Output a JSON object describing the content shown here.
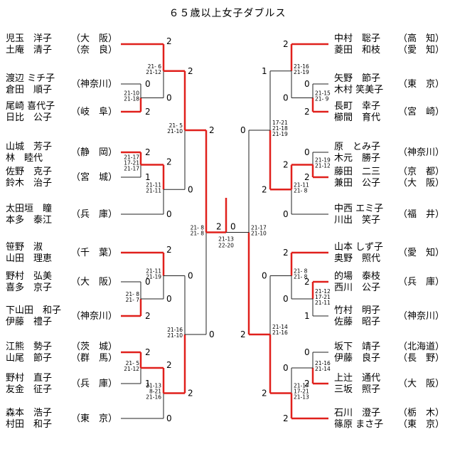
{
  "title": "６５歳以上女子ダブルス",
  "left": [
    {
      "p1": "児玉　洋子",
      "p2": "土庵　清子",
      "pref": [
        "（大　阪）",
        "（奈　良）"
      ]
    },
    {
      "p1": "渡辺 ミチ子",
      "p2": "倉田　順子",
      "pref": [
        "（神奈川）"
      ]
    },
    {
      "p1": "尾崎 喜代子",
      "p2": "日比　公子",
      "pref": [
        "（岐　阜）"
      ]
    },
    {
      "p1": "山城　芳子",
      "p2": "林　睦代",
      "pref": [
        "（静　岡）"
      ]
    },
    {
      "p1": "佐野　克子",
      "p2": "鈴木　治子",
      "pref": [
        "（宮　城）"
      ]
    },
    {
      "p1": "太田垣　瞳",
      "p2": "本多　泰江",
      "pref": [
        "（兵　庫）"
      ]
    },
    {
      "p1": "笹野　淑",
      "p2": "山田　理恵",
      "pref": [
        "（千　葉）"
      ]
    },
    {
      "p1": "野村　弘美",
      "p2": "喜多　京子",
      "pref": [
        "（大　阪）"
      ]
    },
    {
      "p1": "下山田　和子",
      "p2": "伊藤　禮子",
      "pref": [
        "（神奈川）"
      ]
    },
    {
      "p1": "江熊　勢子",
      "p2": "山尾　節子",
      "pref": [
        "（茨　城）",
        "（群　馬）"
      ]
    },
    {
      "p1": "野村　直子",
      "p2": "友金　征子",
      "pref": [
        "（兵　庫）"
      ]
    },
    {
      "p1": "森本　浩子",
      "p2": "村田　和子",
      "pref": [
        "（東　京）"
      ]
    }
  ],
  "right": [
    {
      "p1": "中村　聡子",
      "p2": "菱田　和枝",
      "pref": [
        "（高　知）",
        "（愛　知）"
      ]
    },
    {
      "p1": "矢野　節子",
      "p2": "木村 笑美子",
      "pref": [
        "（東　京）"
      ]
    },
    {
      "p1": "長町　幸子",
      "p2": "櫛間　育代",
      "pref": [
        "（宮　崎）"
      ]
    },
    {
      "p1": "原　とみ子",
      "p2": "木元　勝子",
      "pref": [
        "（神奈川）"
      ]
    },
    {
      "p1": "藤田　二三",
      "p2": "兼田　公子",
      "pref": [
        "（京　都）",
        "（大　阪）"
      ]
    },
    {
      "p1": "中西 エミ子",
      "p2": "川出　笑子",
      "pref": [
        "（福　井）"
      ]
    },
    {
      "p1": "山本 しず子",
      "p2": "奥野　照代",
      "pref": [
        "（愛　知）"
      ]
    },
    {
      "p1": "的場　泰枝",
      "p2": "西川　公子",
      "pref": [
        "（兵　庫）"
      ]
    },
    {
      "p1": "竹村　明子",
      "p2": "佐藤　昭子",
      "pref": [
        "（神奈川）"
      ]
    },
    {
      "p1": "坂下　靖子",
      "p2": "伊藤　良子",
      "pref": [
        "（北海道）",
        "（長　野）"
      ]
    },
    {
      "p1": "上辻　通代",
      "p2": "三坂　照子",
      "pref": [
        "（大　阪）"
      ]
    },
    {
      "p1": "石川　澄子",
      "p2": "篠原 まさ子",
      "pref": [
        "（栃　木）",
        "（東　京）"
      ]
    }
  ],
  "left_scores": {
    "r1": [
      "0",
      "2",
      "2",
      "1"
    ],
    "r2": [
      "2",
      "0",
      "2",
      "0",
      "0",
      "2",
      "2",
      "0"
    ],
    "r3": [
      "2",
      "0",
      "0",
      "2"
    ],
    "r4": [
      "2",
      "0"
    ],
    "final": "2"
  },
  "right_scores": {
    "r1": [
      "0",
      "2",
      "0",
      "1"
    ],
    "r2": [
      "2",
      "0",
      "2",
      "0",
      "2",
      "0",
      "0",
      "2"
    ],
    "r3": [
      "1",
      "2",
      "0",
      "2"
    ],
    "r4": [
      "0",
      "2"
    ],
    "final": "0"
  },
  "left_games": {
    "r1": [
      [
        "21-10",
        "21-18"
      ],
      [
        "21-17",
        "17-21",
        "21-17"
      ],
      [
        "21- 8",
        "21- 7"
      ],
      [
        "21- 5",
        "21-12"
      ]
    ],
    "r2": [
      [
        "21- 6",
        "21-12"
      ],
      [
        "21-11",
        "21-11"
      ],
      [
        "21-11",
        "21-19"
      ],
      [
        "21-13",
        "8-21",
        "21-16"
      ]
    ],
    "r3": [
      [
        "21- 5",
        "21-10"
      ],
      [
        "21-16",
        "21-10"
      ]
    ],
    "r4": [
      [
        "21- 8",
        "21- 8"
      ]
    ],
    "final": [
      "21-13",
      "22-20"
    ]
  },
  "right_games": {
    "r1": [
      [
        "21-15",
        "21- 9"
      ],
      [
        "21-19",
        "21-12"
      ],
      [
        "21-12",
        "17-21",
        "21-11"
      ],
      [
        "21-16",
        "21-14"
      ]
    ],
    "r2": [
      [
        "21-16",
        "21-19"
      ],
      [
        "21-11",
        "21- 8"
      ],
      [
        "21- 8",
        "21- 8"
      ],
      [
        "21-17",
        "17-21",
        "21-13"
      ]
    ],
    "r3": [
      [
        "17-21",
        "21-18",
        "21-19"
      ],
      [
        "21-14",
        "21-16"
      ]
    ],
    "r4": [
      [
        "21-17",
        "21-10"
      ]
    ]
  }
}
